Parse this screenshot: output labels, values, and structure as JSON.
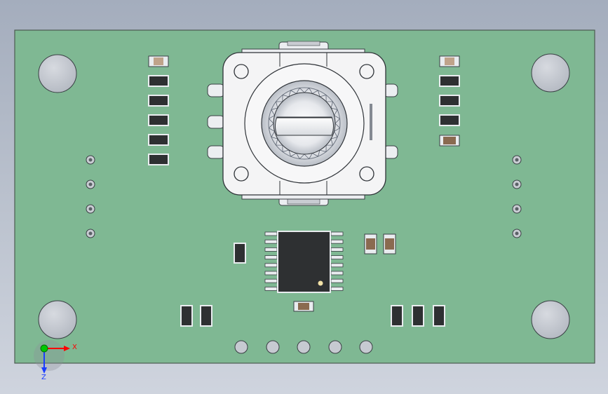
{
  "viewport": {
    "triad": {
      "x_label": "X",
      "y_label": "Z"
    }
  },
  "colors": {
    "background_top": "#a4adbd",
    "background_bottom": "#cfd4de",
    "pcb": "#7fb893",
    "pcb_edge": "#4b5b50",
    "hole": "#c3c7cf",
    "component_body": "#2e3032",
    "encoder_body": "#f2f2f2",
    "resistor": "#8a6a50",
    "axis_x": "#ff0000",
    "axis_y": "#00c800",
    "axis_z": "#1a3cff"
  },
  "parts": {
    "board": "pcb-board",
    "encoder": "rotary-encoder",
    "ic": "soic-16-ic",
    "header": "header-pad-row"
  }
}
